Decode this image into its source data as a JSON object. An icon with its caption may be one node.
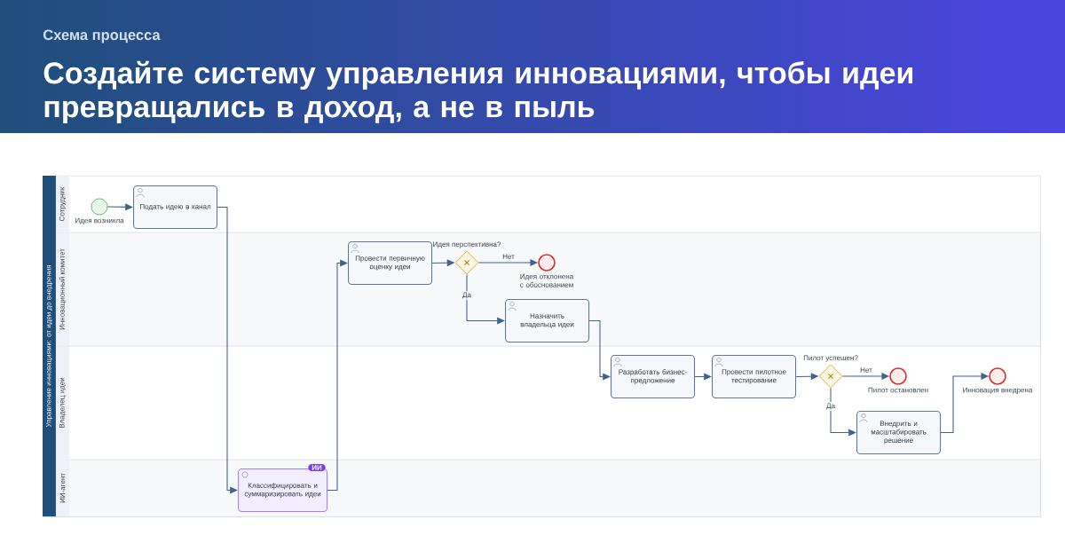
{
  "diagram": {
    "title": "Создайте систему управления инновациями, чтобы идеи превращались в доход, а не в пыль",
    "nodes": [
      {
        "text": [
          "Управление инновациями: от идеи до внедрения"
        ]
      },
      {
        "text": [
          "Сотрудник"
        ],
        "in": 0
      },
      {
        "text": [
          "Инновационный комитет"
        ],
        "in": 0
      },
      {
        "text": [
          "Владелец идеи"
        ],
        "in": 0
      },
      {
        "text": [
          "ИИ-агент"
        ],
        "in": 0
      },
      {
        "text": [],
        "shape": "circle",
        "beside": [
          "Идея возникла"
        ],
        "in": 1
      },
      {
        "text": [
          "Подать идею в канал"
        ],
        "in": 1
      },
      {
        "text": [
          "Провести первичную оценку идеи"
        ],
        "in": 2
      },
      {
        "text": [],
        "shape": "diamond",
        "beside": [
          "Идея перспективна?"
        ],
        "in": 2
      },
      {
        "text": [],
        "shape": "circle",
        "beside": [
          "Идея отклонена с обоснованием"
        ],
        "in": 2
      },
      {
        "text": [
          "Назначить владельца идеи"
        ],
        "in": 2
      },
      {
        "text": [
          "Разработать бизнес-предложение"
        ],
        "in": 3
      },
      {
        "text": [
          "Провести пилотное тестирование"
        ],
        "in": 3
      },
      {
        "text": [],
        "shape": "diamond",
        "beside": [
          "Пилот успешен?"
        ],
        "in": 3
      },
      {
        "text": [],
        "shape": "circle",
        "beside": [
          "Пилот остановлен"
        ],
        "in": 3
      },
      {
        "text": [
          "Внедрить и масштабировать решение"
        ],
        "in": 3
      },
      {
        "text": [],
        "shape": "circle",
        "beside": [
          "Инновация внедрена"
        ],
        "in": 3
      },
      {
        "text": [
          "ИИ",
          "Классифицировать и суммаризировать идеи"
        ],
        "in": 4
      }
    ],
    "edges": [
      {
        "from": 5,
        "to": 6,
        "arrow": "to"
      },
      {
        "from": 6,
        "to": 17,
        "arrow": "to"
      },
      {
        "from": 17,
        "to": 7,
        "arrow": "to"
      },
      {
        "from": 7,
        "to": 8,
        "arrow": "to"
      },
      {
        "from": 8,
        "to": 9,
        "arrow": "to",
        "label": "Нет"
      },
      {
        "from": 8,
        "to": 10,
        "arrow": "to",
        "label": "Да"
      },
      {
        "from": 10,
        "to": 11,
        "arrow": "to"
      },
      {
        "from": 11,
        "to": 12,
        "arrow": "to"
      },
      {
        "from": 12,
        "to": 13,
        "arrow": "to"
      },
      {
        "from": 13,
        "to": 14,
        "arrow": "to",
        "label": "Нет"
      },
      {
        "from": 13,
        "to": 15,
        "arrow": "to",
        "label": "Да"
      },
      {
        "from": 15,
        "to": 16,
        "arrow": "to"
      }
    ],
    "labels": [
      "Схема процесса"
    ]
  }
}
